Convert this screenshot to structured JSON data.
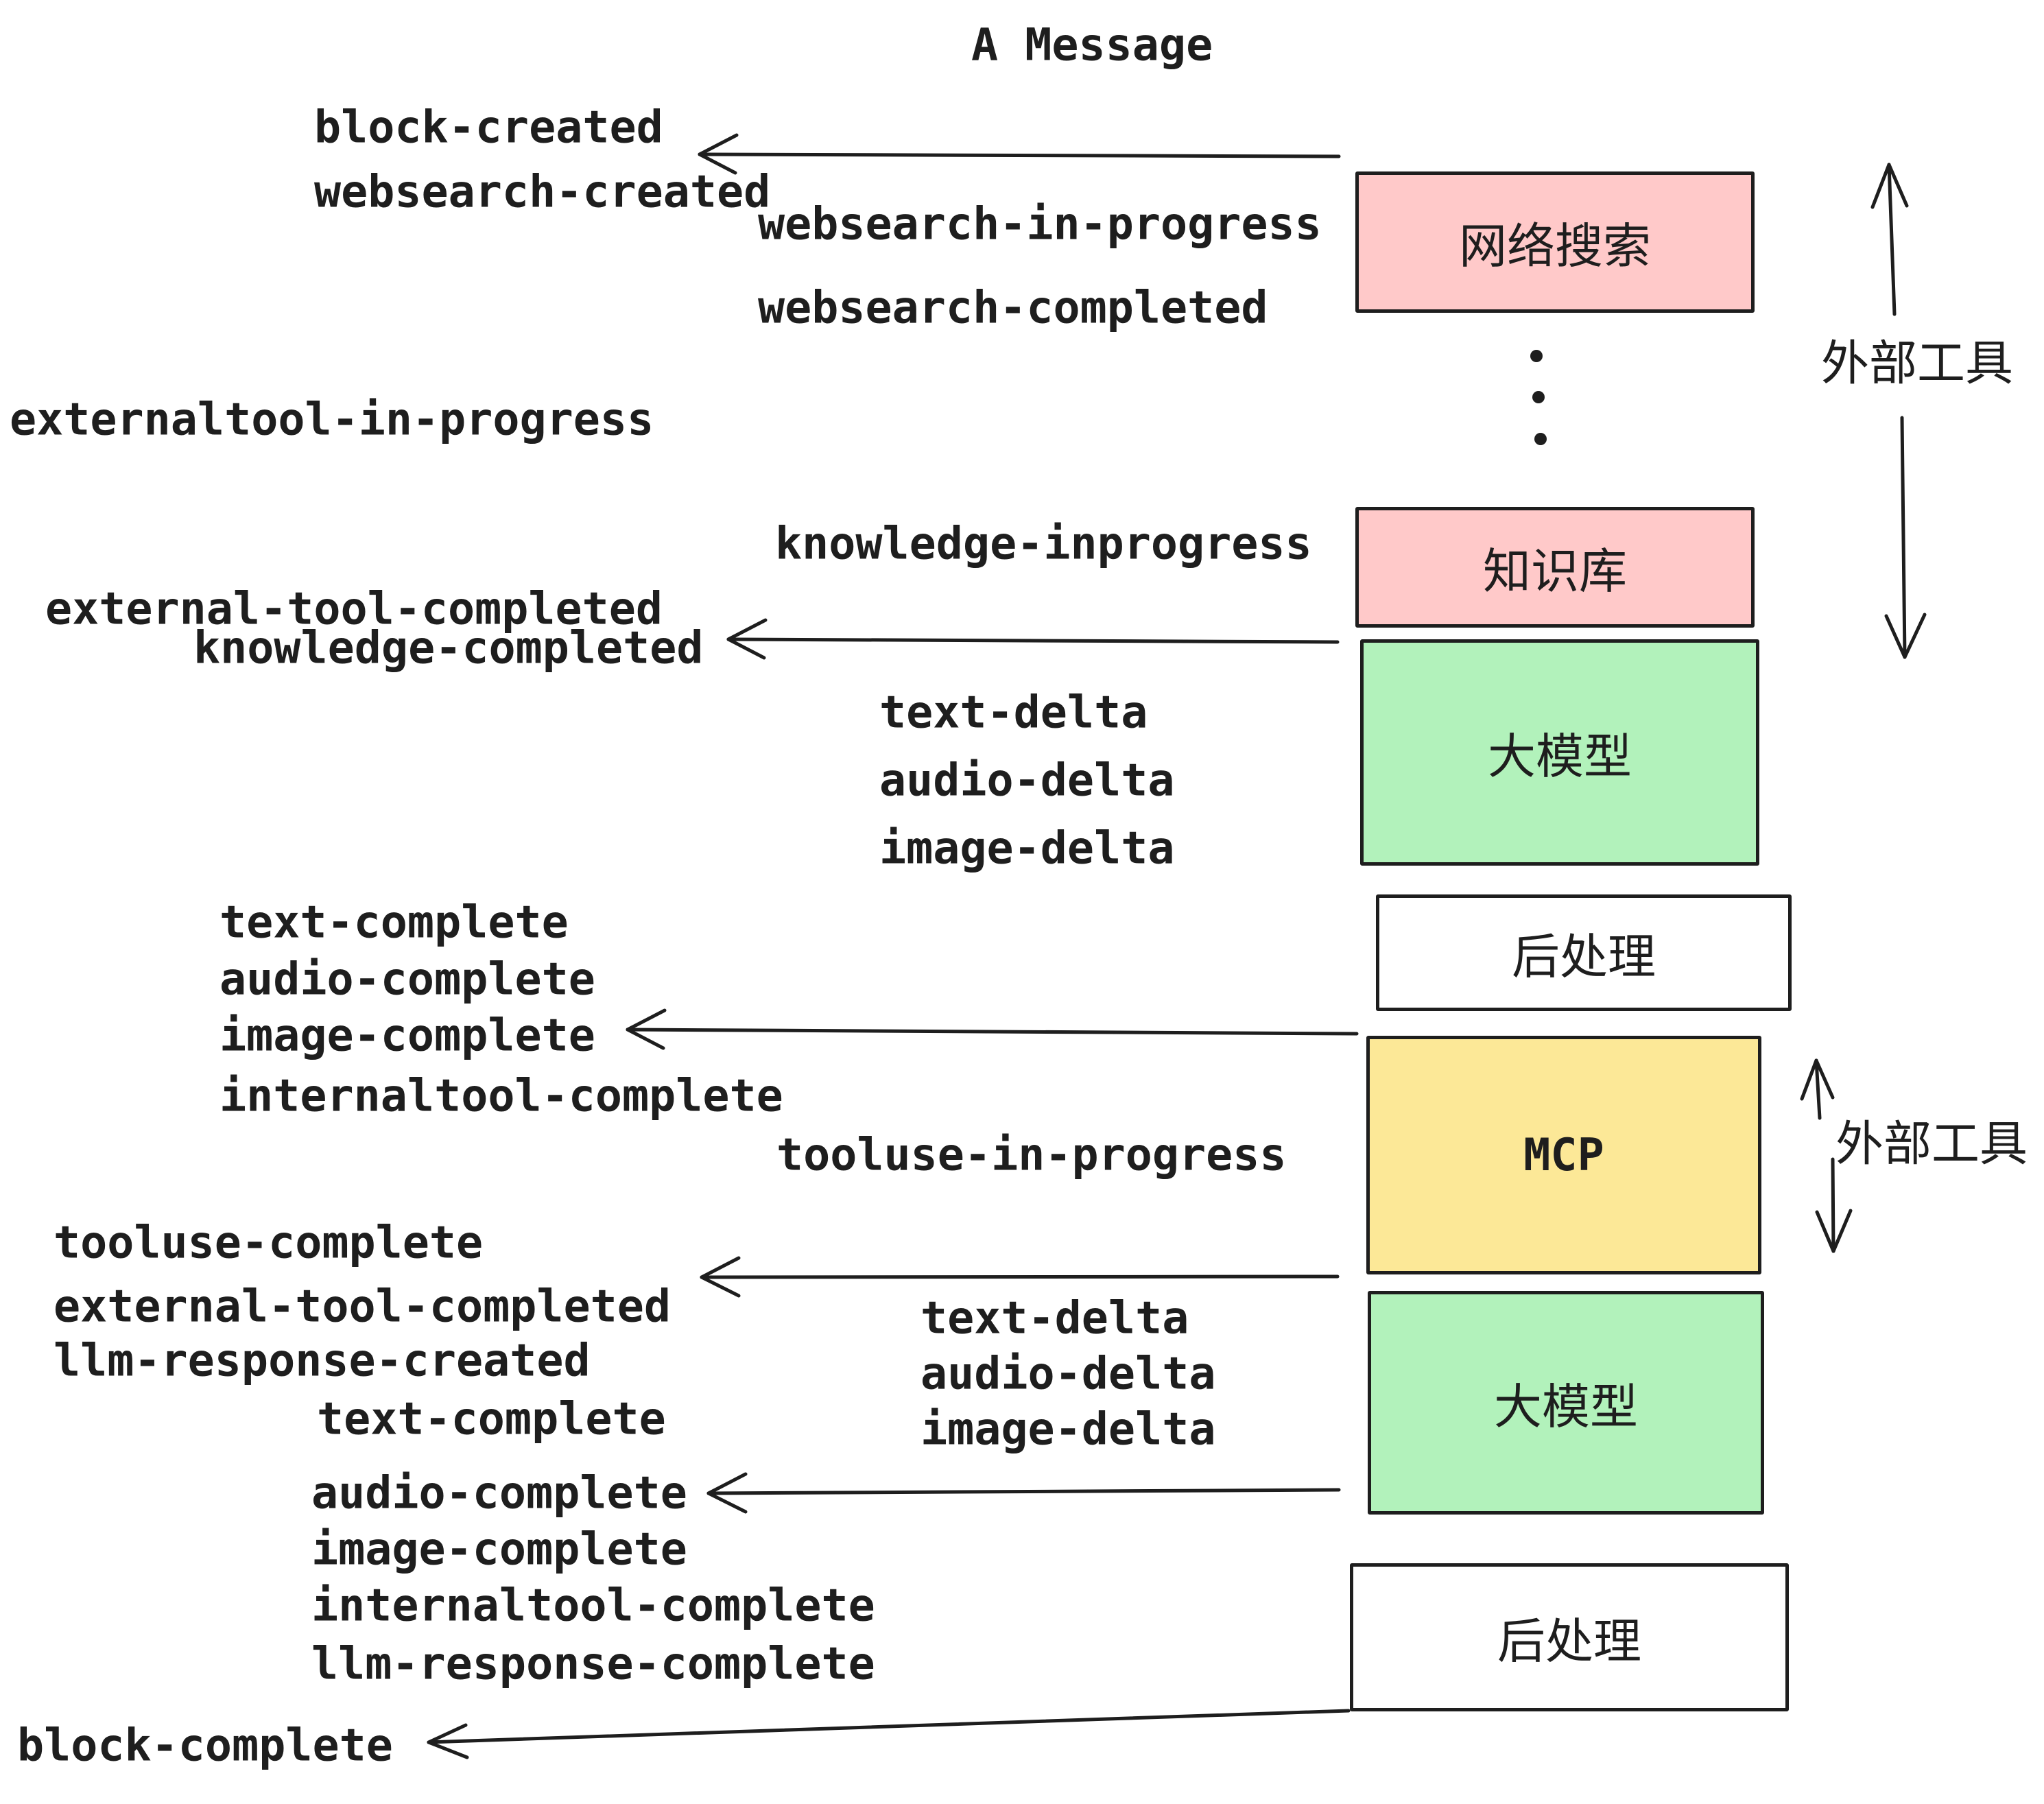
{
  "title": "A Message",
  "colors": {
    "ink": "#1e1e1e",
    "pink": "#FFC9C9",
    "green": "#B2F2BB",
    "yellow": "#FCE897"
  },
  "boxes": {
    "websearch": "网络搜索",
    "knowledge": "知识库",
    "llm1": "大模型",
    "post1": "后处理",
    "mcp": "MCP",
    "llm2": "大模型",
    "post2": "后处理"
  },
  "side_labels": {
    "external_tools_top": "外部工具",
    "external_tools_mcp": "外部工具"
  },
  "events": {
    "block_created": "block-created",
    "websearch_created": "websearch-created",
    "websearch_in_progress": "websearch-in-progress",
    "websearch_completed": "websearch-completed",
    "externaltool_in_progress": "externaltool-in-progress",
    "knowledge_inprogress": "knowledge-inprogress",
    "external_tool_completed_1": "external-tool-completed",
    "knowledge_completed": "knowledge-completed",
    "text_delta_1": "text-delta",
    "audio_delta_1": "audio-delta",
    "image_delta_1": "image-delta",
    "text_complete_1": "text-complete",
    "audio_complete_1": "audio-complete",
    "image_complete_1": "image-complete",
    "internaltool_complete_1": "internaltool-complete",
    "tooluse_in_progress": "tooluse-in-progress",
    "tooluse_complete": "tooluse-complete",
    "external_tool_completed_2": "external-tool-completed",
    "llm_response_created": "llm-response-created",
    "text_complete_2": "text-complete",
    "audio_complete_2": "audio-complete",
    "image_complete_2": "image-complete",
    "internaltool_complete_2": "internaltool-complete",
    "llm_response_complete": "llm-response-complete",
    "block_complete": "block-complete"
  }
}
